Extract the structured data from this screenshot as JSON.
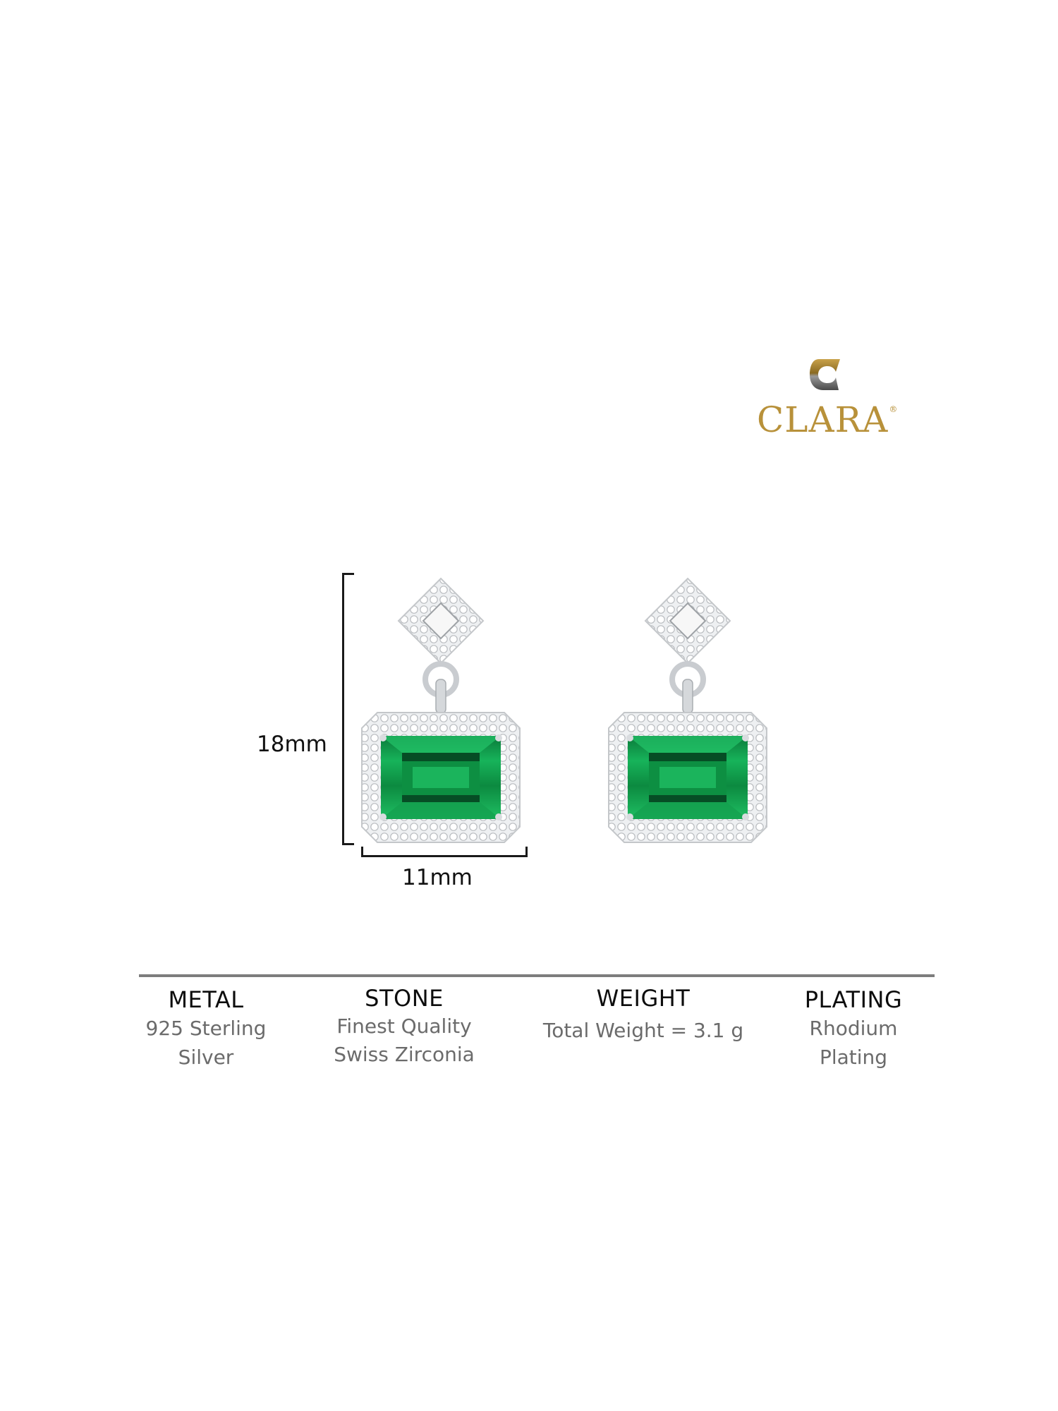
{
  "brand": {
    "name": "CLARA",
    "registered_mark": "®",
    "logo_icon": "c-monogram-icon",
    "color": "#b8913a"
  },
  "product": {
    "image": "emerald-halo-drop-earrings-pair",
    "stone_color": "#0f9a45",
    "metal_color": "#d6d8da"
  },
  "dimensions": {
    "height_label": "18mm",
    "width_label": "11mm"
  },
  "specs": [
    {
      "title": "METAL",
      "lines": [
        "925 Sterling",
        "Silver"
      ]
    },
    {
      "title": "STONE",
      "lines": [
        "Finest Quality",
        "Swiss Zirconia"
      ]
    },
    {
      "title": "WEIGHT",
      "lines": [
        "Total Weight = 3.1 g"
      ]
    },
    {
      "title": "PLATING",
      "lines": [
        "Rhodium",
        "Plating"
      ]
    }
  ]
}
